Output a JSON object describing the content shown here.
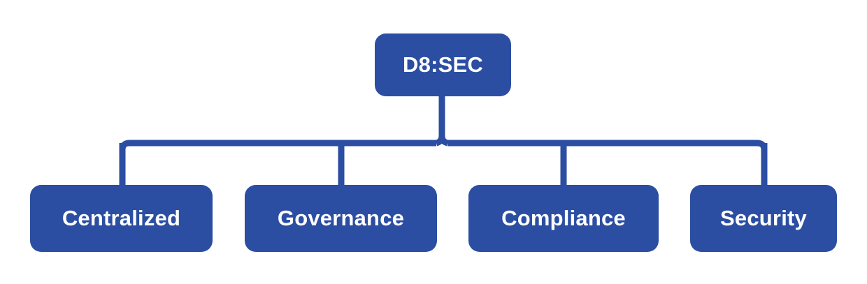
{
  "diagram": {
    "type": "hierarchy",
    "colors": {
      "node_fill": "#2B4EA2",
      "connector": "#2B4EA2",
      "text": "#FFFFFF",
      "background": "#FFFFFF"
    },
    "root": {
      "label": "D8:SEC"
    },
    "children": [
      {
        "label": "Centralized"
      },
      {
        "label": "Governance"
      },
      {
        "label": "Compliance"
      },
      {
        "label": "Security"
      }
    ]
  }
}
